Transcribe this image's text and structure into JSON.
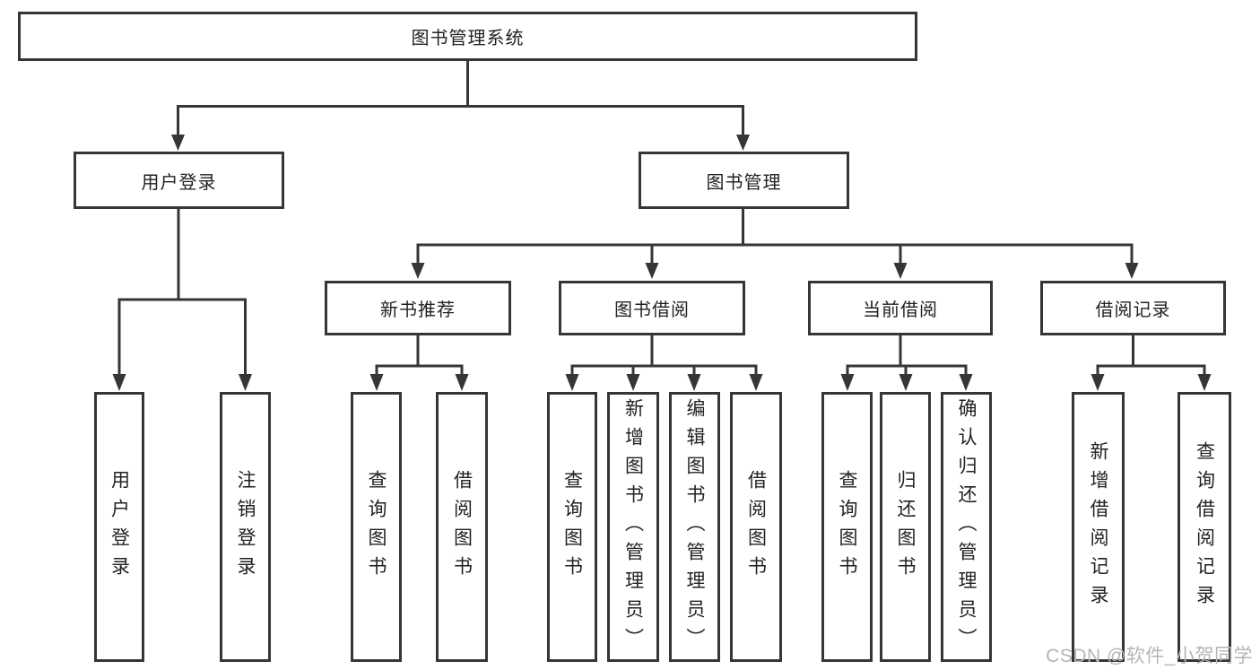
{
  "colors": {
    "line": "#363636",
    "box_border": "#363636",
    "text": "#222222",
    "background": "#ffffff",
    "watermark": "#b5b5b5"
  },
  "watermark": "CSDN @软件_小贺同学",
  "tree": {
    "root": {
      "label": "图书管理系统"
    },
    "children": [
      {
        "label": "用户登录",
        "children": [
          {
            "label": "用户登录"
          },
          {
            "label": "注销登录"
          }
        ]
      },
      {
        "label": "图书管理",
        "children": [
          {
            "label": "新书推荐",
            "children": [
              {
                "label": "查询图书"
              },
              {
                "label": "借阅图书"
              }
            ]
          },
          {
            "label": "图书借阅",
            "children": [
              {
                "label": "查询图书"
              },
              {
                "label": "新增图书（管理员）"
              },
              {
                "label": "编辑图书（管理员）"
              },
              {
                "label": "借阅图书"
              }
            ]
          },
          {
            "label": "当前借阅",
            "children": [
              {
                "label": "查询图书"
              },
              {
                "label": "归还图书"
              },
              {
                "label": "确认归还（管理员）"
              }
            ]
          },
          {
            "label": "借阅记录",
            "children": [
              {
                "label": "新增借阅记录"
              },
              {
                "label": "查询借阅记录"
              }
            ]
          }
        ]
      }
    ]
  }
}
